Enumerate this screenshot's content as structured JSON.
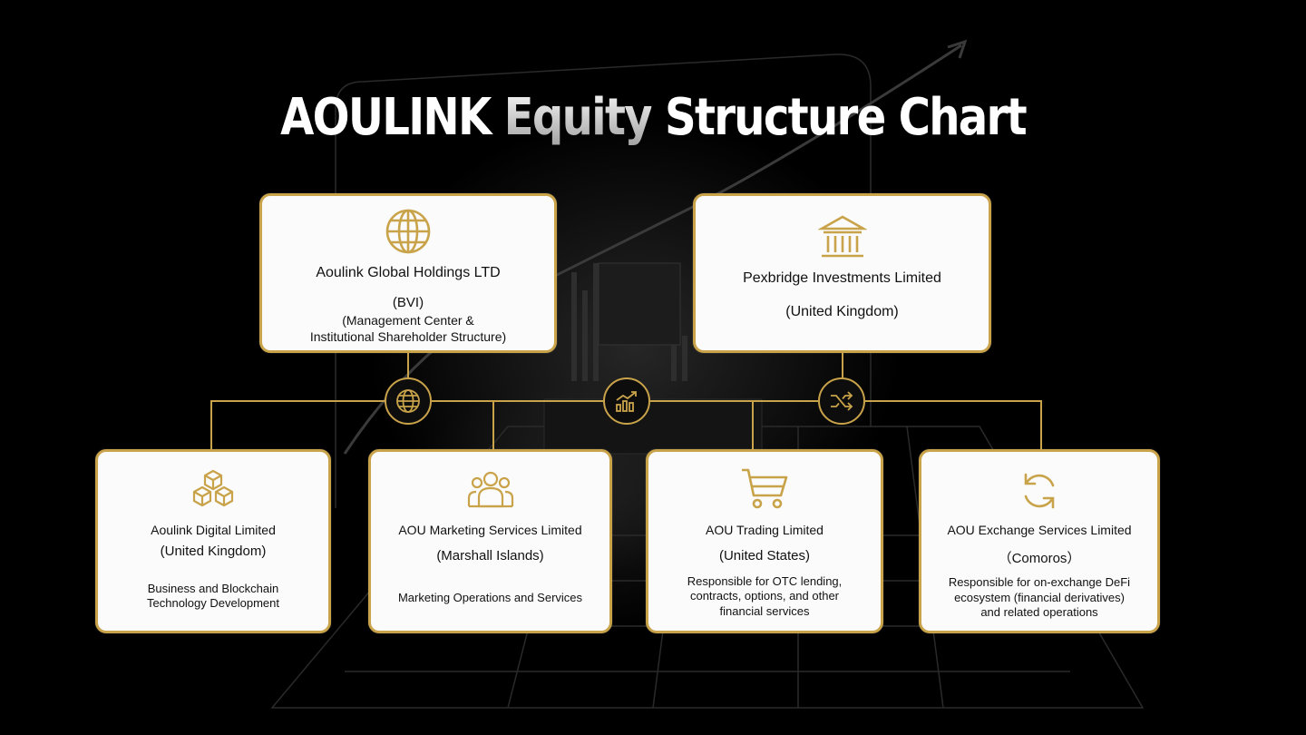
{
  "title": {
    "part1": "AOULINK",
    "part2": "Equity",
    "part3": "Structure Chart"
  },
  "colors": {
    "gold": "#c9a34a",
    "background": "#000000",
    "box_fill": "#fbfbfb"
  },
  "shareholders": [
    {
      "icon": "globe-icon",
      "name": "Aoulink Global Holdings LTD",
      "jurisdiction": "(BVI)",
      "role_line1": "(Management Center &",
      "role_line2": "Institutional Shareholder Structure)"
    },
    {
      "icon": "bank-building-icon",
      "name": "Pexbridge Investments Limited",
      "jurisdiction": "(United Kingdom)"
    }
  ],
  "hubs": [
    {
      "icon": "globe-icon"
    },
    {
      "icon": "chart-growth-icon"
    },
    {
      "icon": "shuffle-icon"
    }
  ],
  "subsidiaries": [
    {
      "icon": "blocks-icon",
      "name": "Aoulink Digital Limited",
      "jurisdiction": "(United Kingdom)",
      "desc_line1": "Business and Blockchain",
      "desc_line2": "Technology Development"
    },
    {
      "icon": "users-group-icon",
      "name": "AOU Marketing Services Limited",
      "jurisdiction": "(Marshall Islands)",
      "desc_line1": "Marketing Operations and Services"
    },
    {
      "icon": "shopping-cart-icon",
      "name": "AOU Trading Limited",
      "jurisdiction": "(United States)",
      "desc_line1": "Responsible for OTC lending,",
      "desc_line2": "contracts, options, and other",
      "desc_line3": "financial services"
    },
    {
      "icon": "refresh-icon",
      "name": "AOU Exchange Services Limited",
      "jurisdiction": "（Comoros）",
      "desc_line1": "Responsible for on-exchange DeFi",
      "desc_line2": "ecosystem (financial derivatives)",
      "desc_line3": "and related operations"
    }
  ]
}
